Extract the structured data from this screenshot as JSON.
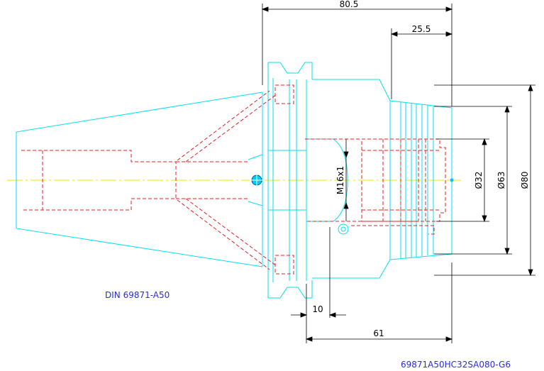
{
  "labels": {
    "standard": "DIN 69871-A50",
    "part_number": "69871A50HC32SA080-G6"
  },
  "dimensions": {
    "length_total": "80.5",
    "length_clamp": "25.5",
    "length_gauge": "61",
    "length_flange": "10",
    "thread": "M16x1",
    "dia_bore": "Ø32",
    "dia_body": "Ø63",
    "dia_max": "Ø80"
  },
  "colors": {
    "outline": "#00e0ee",
    "hidden": "#e02020",
    "center": "#e8e800",
    "dimension": "#000000",
    "label": "#2b2bd8"
  }
}
